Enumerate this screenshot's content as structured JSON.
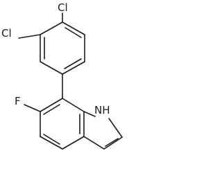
{
  "molecule": {
    "atoms": [
      {
        "id": "cl_top",
        "label": "Cl"
      },
      {
        "id": "cl_left",
        "label": "Cl"
      },
      {
        "id": "f",
        "label": "F"
      },
      {
        "id": "nh",
        "label": "NH"
      }
    ]
  }
}
